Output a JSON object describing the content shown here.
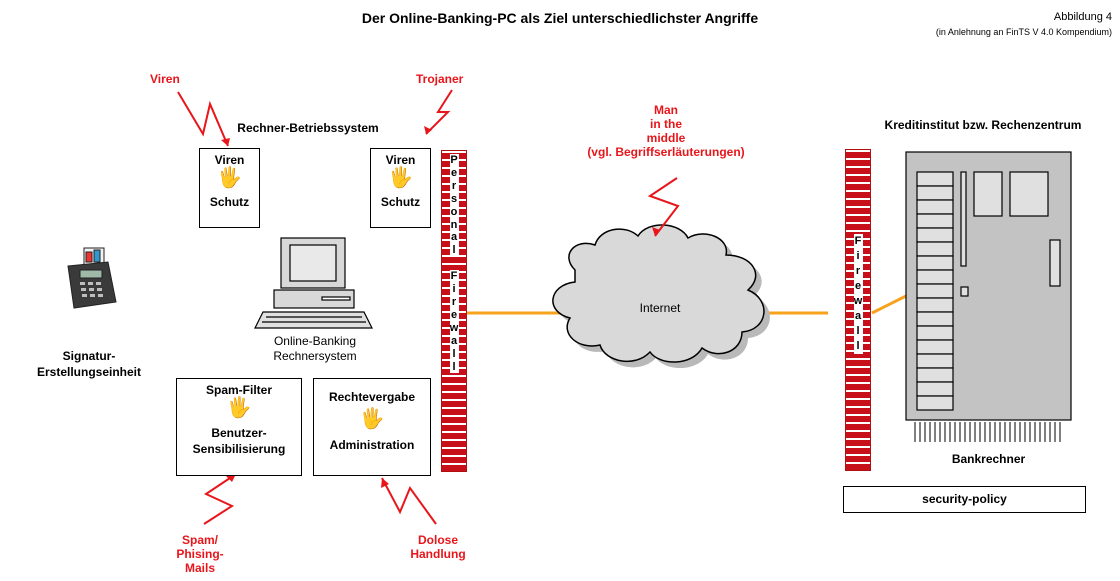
{
  "header": {
    "title": "Der Online-Banking-PC als Ziel unterschiedlichster Angriffe",
    "figure_number": "Abbildung 4",
    "figure_source": "(in Anlehnung an FinTS V 4.0 Kompendium)"
  },
  "threats": {
    "viren": "Viren",
    "trojaner": "Trojaner",
    "mitm": [
      "Man",
      "in the",
      "middle",
      "(vgl. Begriffserläuterungen)"
    ],
    "spam": [
      "Spam/",
      "Phising-",
      "Mails"
    ],
    "dolose": [
      "Dolose",
      "Handlung"
    ]
  },
  "client": {
    "panel_title": "Rechner-Betriebssystem",
    "virus_left": {
      "top": "Viren",
      "bottom": "Schutz"
    },
    "virus_right": {
      "top": "Viren",
      "bottom": "Schutz"
    },
    "pc_label": [
      "Online-Banking",
      "Rechnersystem"
    ],
    "spam_filter": {
      "title": "Spam-Filter",
      "bottom": [
        "Benutzer-",
        "Sensibilisierung"
      ]
    },
    "rights": {
      "title": "Rechtevergabe",
      "bottom": "Administration"
    },
    "personal_firewall_letters": [
      "P",
      "e",
      "r",
      "s",
      "o",
      "n",
      "a",
      "l",
      "",
      "F",
      "i",
      "r",
      "e",
      "w",
      "a",
      "l",
      "l"
    ]
  },
  "signature_device": {
    "label": [
      "Signatur-",
      "Erstellungseinheit"
    ]
  },
  "network": {
    "internet_label": "Internet"
  },
  "bank": {
    "panel_title": "Kreditinstitut bzw. Rechenzentrum",
    "firewall_letters": [
      "F",
      "i",
      "r",
      "e",
      "w",
      "a",
      "l",
      "l"
    ],
    "server_label": "Bankrechner",
    "policy": "security-policy"
  },
  "colors": {
    "threat_red": "#e8161b",
    "panel_grey": "#dcdcdc",
    "connector_orange": "#f7a21b",
    "firewall_brick": "#c8101a"
  }
}
